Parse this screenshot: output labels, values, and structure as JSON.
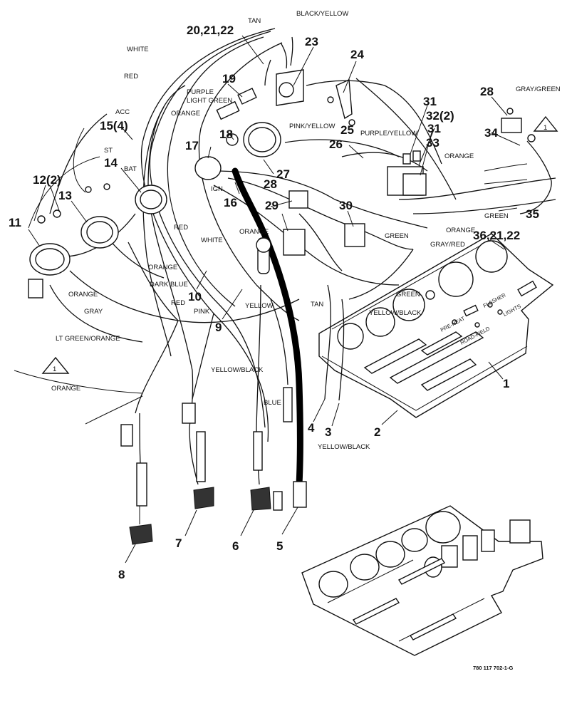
{
  "callouts": [
    "1",
    "2",
    "3",
    "4",
    "5",
    "6",
    "7",
    "8",
    "9",
    "10",
    "11",
    "12(2)",
    "13",
    "14",
    "15(4)",
    "16",
    "17",
    "18",
    "19",
    "20,21,22",
    "23",
    "24",
    "25",
    "26",
    "27",
    "28",
    "28",
    "29",
    "30",
    "31",
    "32(2)",
    "31",
    "33",
    "34",
    "35",
    "36,21,22"
  ],
  "wire_labels": [
    "TAN",
    "BLACK/YELLOW",
    "WHITE",
    "RED",
    "ACC",
    "PURPLE",
    "LIGHT GREEN",
    "ORANGE",
    "ST",
    "BAT",
    "IGN",
    "PINK/YELLOW",
    "PURPLE/YELLOW",
    "GRAY/GREEN",
    "ORANGE",
    "GREEN",
    "ORANGE",
    "GRAY/RED",
    "GREEN",
    "ORANGE",
    "RED",
    "WHITE",
    "ORANGE",
    "DARK BLUE",
    "ORANGE",
    "GRAY",
    "RED",
    "PINK",
    "YELLOW",
    "TAN",
    "GREEN",
    "YELLOW/BLACK",
    "LT GREEN/ORANGE",
    "YELLOW/BLACK",
    "ORANGE",
    "BLUE",
    "YELLOW/BLACK"
  ],
  "panel_labels": [
    "PRE-HEAT",
    "FLASHER",
    "LIGHTS",
    "ROAD-FIELD"
  ],
  "note_symbol": "1",
  "drawing_number": "780 117 702-1-G"
}
